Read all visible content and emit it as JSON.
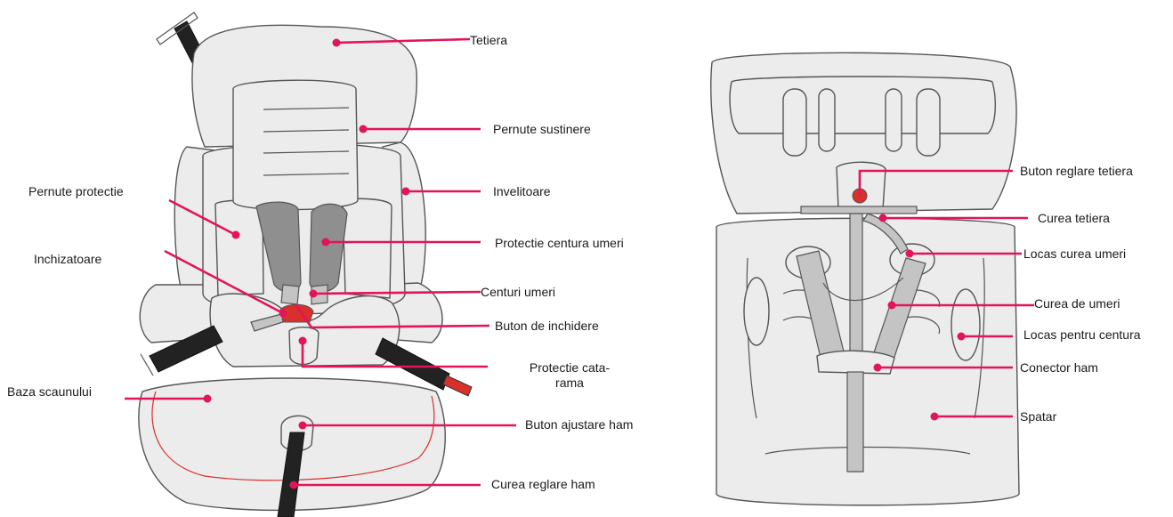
{
  "accent_color": "#e2145a",
  "left_view": {
    "labels": {
      "tetiera": "Tetiera",
      "pernute_sustinere": "Pernute sustinere",
      "invelitoare": "Invelitoare",
      "pernute_protectie": "Pernute protectie",
      "protectie_centura_umeri": "Protectie centura umeri",
      "inchizatoare": "Inchizatoare",
      "centuri_umeri": "Centuri umeri",
      "buton_de_inchidere": "Buton de inchidere",
      "protectie_catarama": "Protectie cata-rama",
      "baza_scaunului": "Baza scaunului",
      "buton_ajustare_ham": "Buton ajustare ham",
      "curea_reglare_ham": "Curea reglare ham"
    }
  },
  "right_view": {
    "labels": {
      "buton_reglare_tetiera": "Buton reglare tetiera",
      "curea_tetiera": "Curea tetiera",
      "locas_curea_umeri": "Locas curea umeri",
      "curea_de_umeri": "Curea de umeri",
      "locas_pentru_centura": "Locas pentru centura",
      "conector_ham": "Conector ham",
      "spatar": "Spatar"
    }
  }
}
